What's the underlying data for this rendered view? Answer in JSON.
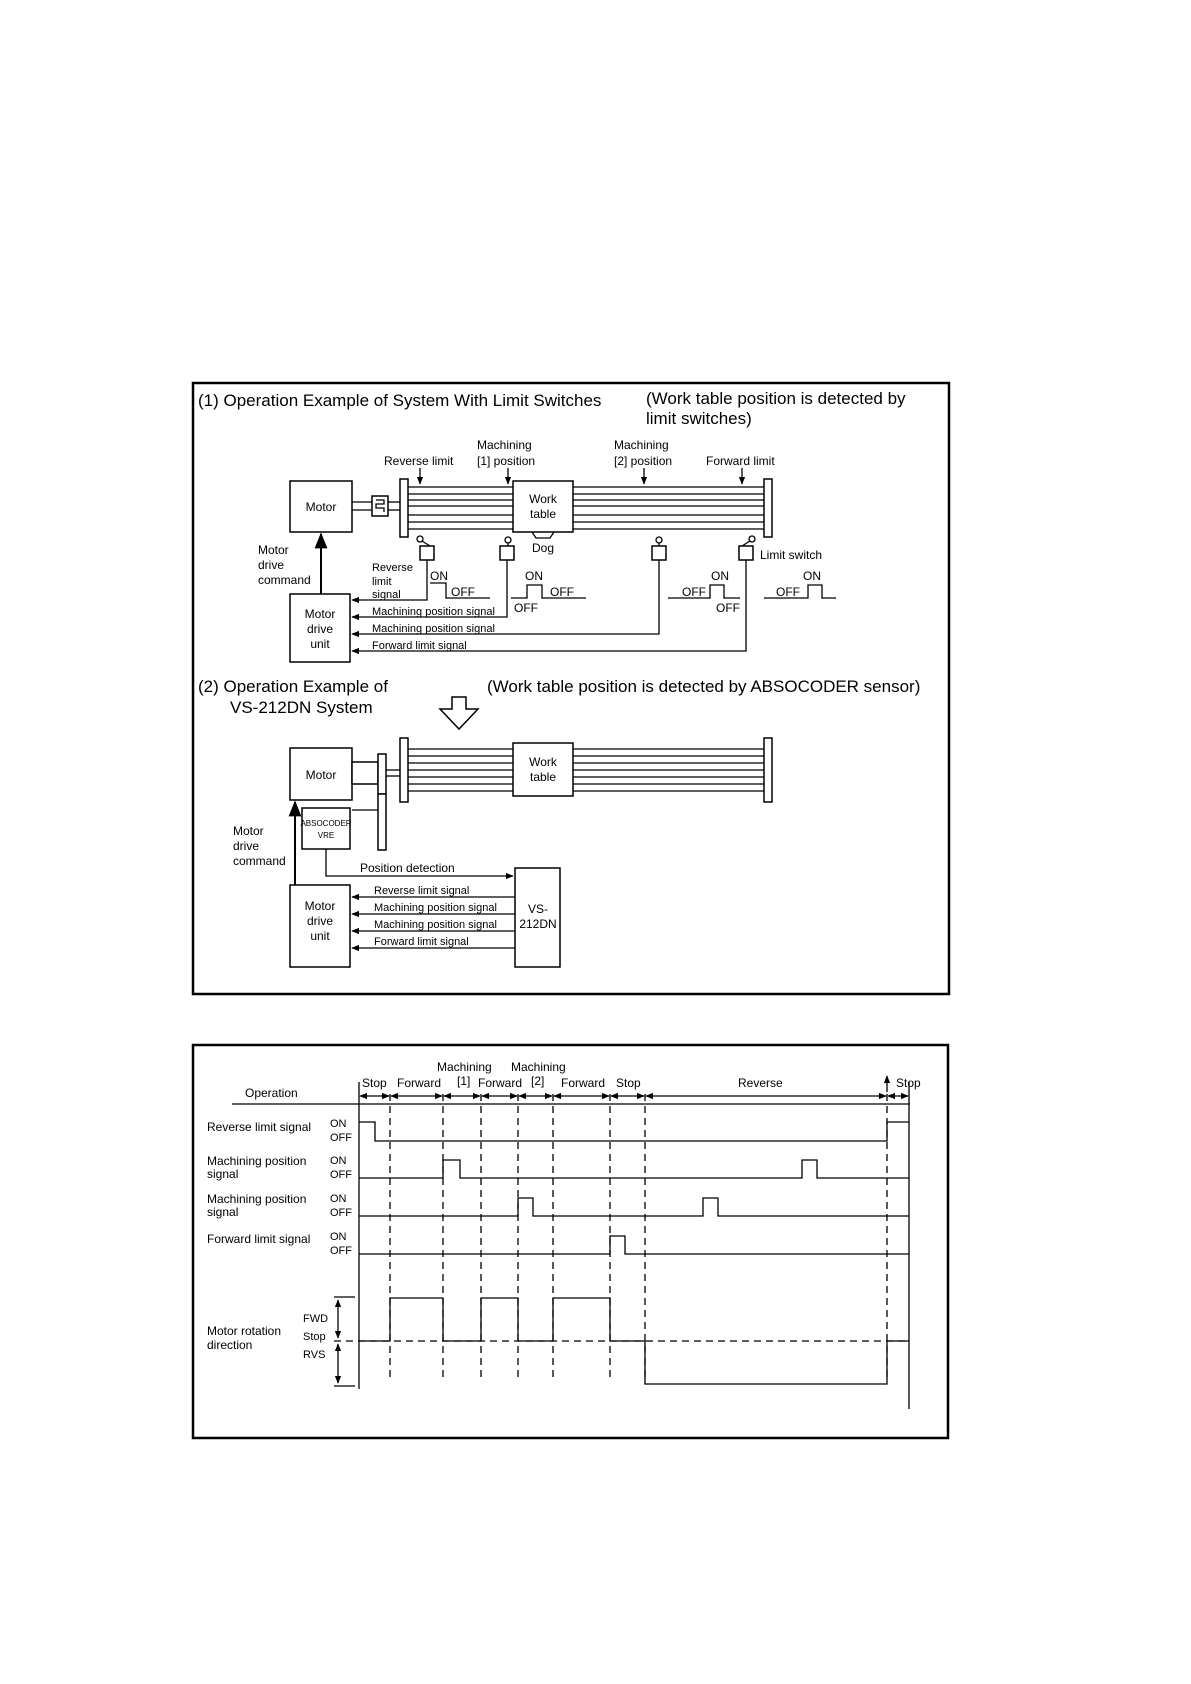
{
  "figure1": {
    "part1": {
      "heading": "(1)  Operation Example of System With Limit Switches",
      "note_line1": "(Work table position is detected by",
      "note_line2": "limit switches)",
      "label_reverse_limit": "Reverse limit",
      "label_mach1_line1": "Machining",
      "label_mach1_line2": "[1] position",
      "label_mach2_line1": "Machining",
      "label_mach2_line2": "[2] position",
      "label_forward_limit": "Forward limit",
      "motor": "Motor",
      "work_line1": "Work",
      "work_line2": "table",
      "dog": "Dog",
      "limit_switch": "Limit switch",
      "cmd_line1": "Motor",
      "cmd_line2": "drive",
      "cmd_line3": "command",
      "unit_line1": "Motor",
      "unit_line2": "drive",
      "unit_line3": "unit",
      "rev_sig_line1": "Reverse",
      "rev_sig_line2": "limit",
      "rev_sig_line3": "signal",
      "sig_mach1": "Machining position signal",
      "sig_mach2": "Machining position signal",
      "sig_forward": "Forward limit signal",
      "on": "ON",
      "off": "OFF"
    },
    "part2": {
      "heading_line1": "(2)  Operation Example of",
      "heading_line2": "VS-212DN System",
      "note": "(Work table position is detected by ABSOCODER sensor)",
      "motor": "Motor",
      "work_line1": "Work",
      "work_line2": "table",
      "absocoder": "ABSOCODER",
      "absocoder_model": "VRE",
      "cmd_line1": "Motor",
      "cmd_line2": "drive",
      "cmd_line3": "command",
      "unit_line1": "Motor",
      "unit_line2": "drive",
      "unit_line3": "unit",
      "position_detection": "Position detection",
      "vs_line1": "VS-",
      "vs_line2": "212DN",
      "sig_reverse": "Reverse limit signal",
      "sig_mach1": "Machining position signal",
      "sig_mach2": "Machining position signal",
      "sig_forward": "Forward limit signal"
    }
  },
  "figure2": {
    "operation": "Operation",
    "phases": {
      "stop1": "Stop",
      "forward1": "Forward",
      "mach1_top": "Machining",
      "mach1_bracket": "[1]",
      "forward2": "Forward",
      "mach2_top": "Machining",
      "mach2_bracket": "[2]",
      "forward3": "Forward",
      "stop2": "Stop",
      "reverse": "Reverse",
      "stop3": "Stop"
    },
    "rows": {
      "reverse_limit": "Reverse limit signal",
      "mach1_line1": "Machining position",
      "mach1_line2": "signal",
      "mach2_line1": "Machining position",
      "mach2_line2": "signal",
      "forward_limit": "Forward limit signal",
      "motor_line1": "Motor rotation",
      "motor_line2": "direction"
    },
    "on": "ON",
    "off": "OFF",
    "fwd": "FWD",
    "stop": "Stop",
    "rvs": "RVS"
  }
}
